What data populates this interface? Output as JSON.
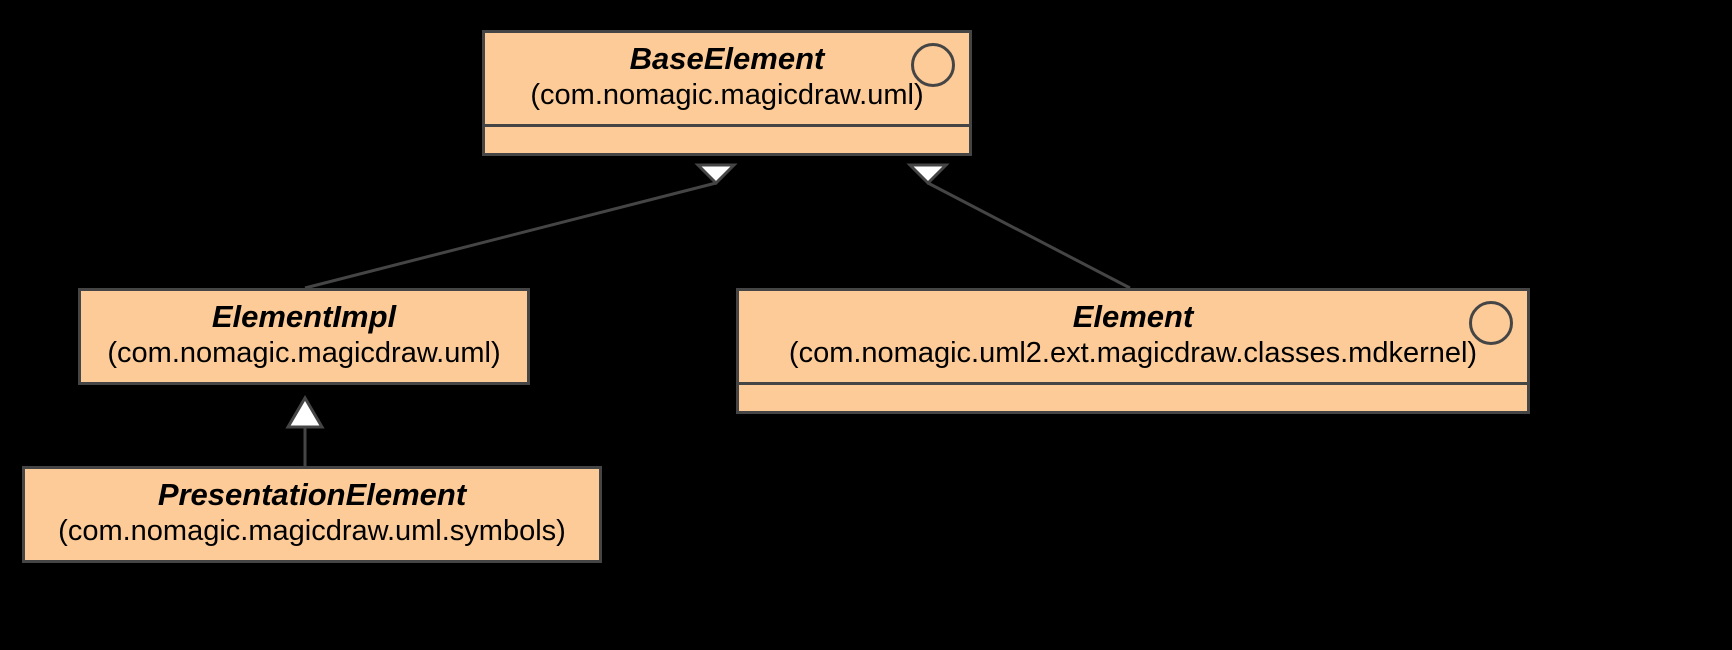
{
  "diagram": {
    "kind": "uml-class-diagram",
    "background_color": "#000000",
    "box_fill_color": "#FCCB98",
    "box_border_color": "#454545",
    "edge_color": "#454545",
    "arrowhead_fill_color": "#FFFFFF",
    "text_color": "#000000"
  },
  "classes": {
    "base_element": {
      "name": "BaseElement",
      "package": "(com.nomagic.magicdraw.uml)",
      "stereotype_marker": "interface-circle-icon",
      "compartments": 2
    },
    "element_impl": {
      "name": "ElementImpl",
      "package": "(com.nomagic.magicdraw.uml)",
      "stereotype_marker": "none",
      "compartments": 1
    },
    "element": {
      "name": "Element",
      "package": "(com.nomagic.uml2.ext.magicdraw.classes.mdkernel)",
      "stereotype_marker": "interface-circle-icon",
      "compartments": 2
    },
    "presentation_element": {
      "name": "PresentationElement",
      "package": "(com.nomagic.magicdraw.uml.symbols)",
      "stereotype_marker": "none",
      "compartments": 1
    }
  },
  "relationships": [
    {
      "type": "generalization",
      "from": "ElementImpl",
      "to": "BaseElement",
      "arrowhead": "hollow-triangle"
    },
    {
      "type": "generalization",
      "from": "Element",
      "to": "BaseElement",
      "arrowhead": "hollow-triangle"
    },
    {
      "type": "generalization",
      "from": "PresentationElement",
      "to": "ElementImpl",
      "arrowhead": "hollow-triangle"
    }
  ]
}
